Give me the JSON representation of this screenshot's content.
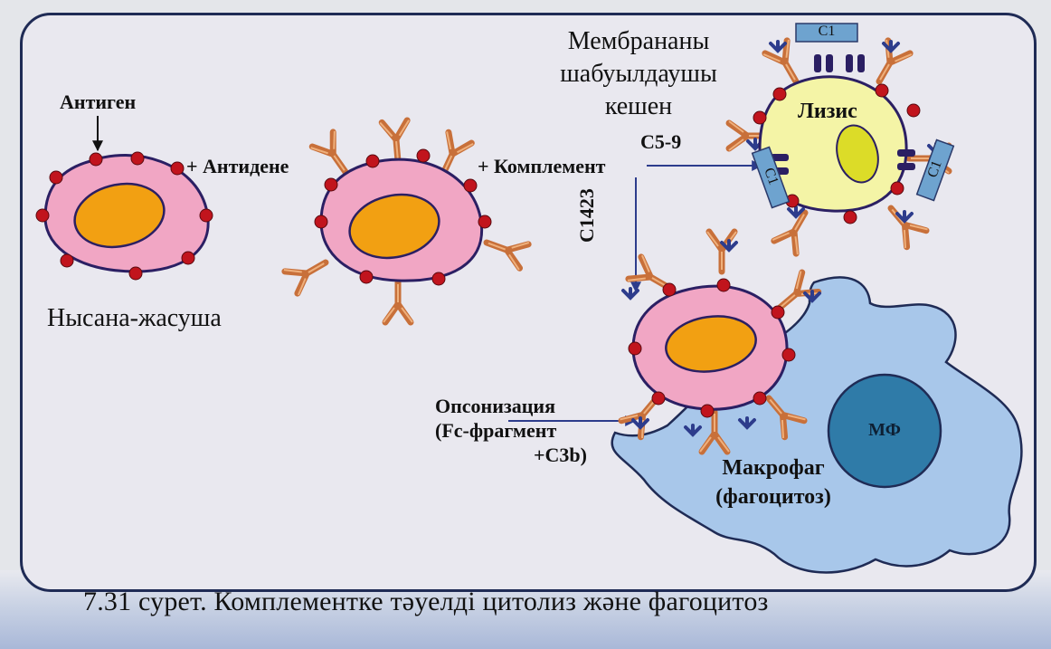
{
  "labels": {
    "antigen": "Антиген",
    "plus_antibody": "+ Антидене",
    "plus_complement": "+ Комплемент",
    "c59": "C5-9",
    "c1423": "C1423",
    "mac_line1": "Мембрананы",
    "mac_line2": "шабуылдаушы",
    "mac_line3": "кешен",
    "lysis": "Лизис",
    "c1": "C1",
    "target_cell": "Нысана-жасуша",
    "opson_line1": "Опсонизация",
    "opson_line2": "(Fc-фрагмент",
    "opson_line3": "+C3b)",
    "macrophage_line1": "Макрофаг",
    "macrophage_line2": "(фагоцитоз)",
    "mf": "МФ"
  },
  "caption": "7.31 сурет. Комплементке тәуелді цитолиз және фагоцитоз",
  "colors": {
    "cell_fill": "#f1a6c4",
    "cell_outline": "#2b1f63",
    "nucleus": "#f2a012",
    "antigen_dot": "#c1141d",
    "antibody": "#c8703a",
    "lysis_cell": "#f4f4a6",
    "lysis_nucleus": "#dcdc28",
    "c1_box": "#6ea3cf",
    "macrophage": "#a8c7ea",
    "mf_nucleus": "#2f7ba8",
    "arrow": "#2d3c8c",
    "frame": "#1f2b55"
  }
}
